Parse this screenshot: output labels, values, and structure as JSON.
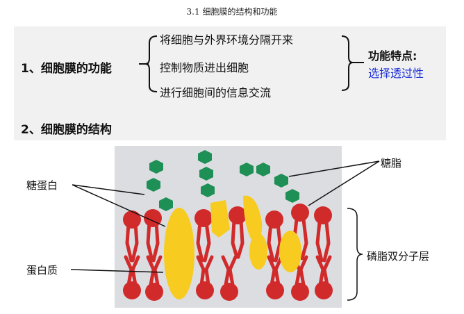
{
  "caption": "3.1 细胞膜的结构和功能",
  "section1": {
    "title": "1、细胞膜的功能",
    "functions": [
      "将细胞与外界环境分隔开来",
      "控制物质进出细胞",
      "进行细胞间的信息交流"
    ],
    "feature_label": "功能特点:",
    "feature_value": "选择透过性"
  },
  "section2": {
    "title": "2、细胞膜的结构"
  },
  "labels": {
    "glycoprotein": "糖蛋白",
    "glycolipid": "糖脂",
    "protein": "蛋白质",
    "bilayer": "磷脂双分子层"
  },
  "colors": {
    "accent_blue": "#1a2ed8",
    "phospholipid_red": "#d12a2a",
    "protein_yellow": "#f7cb1f",
    "sugar_green": "#1e8f55",
    "panel_gray": "#f1f1f1"
  }
}
